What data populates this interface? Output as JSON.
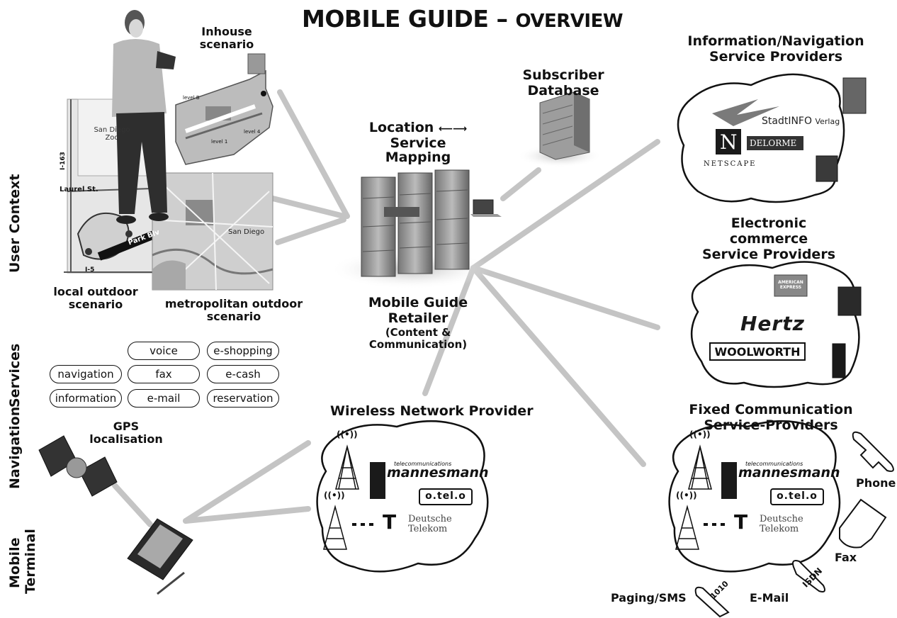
{
  "title": {
    "main": "MOBILE GUIDE",
    "dash": " – ",
    "sub": "OVERVIEW"
  },
  "side_labels": {
    "user_context": "User Context",
    "services": "Services",
    "navigation": "Navigation",
    "mobile_terminal_1": "Mobile",
    "mobile_terminal_2": "Terminal"
  },
  "scenarios": {
    "inhouse_1": "Inhouse",
    "inhouse_2": "scenario",
    "local_1": "local outdoor",
    "local_2": "scenario",
    "metro_1": "metropolitan outdoor",
    "metro_2": "scenario"
  },
  "map_labels": {
    "zoo_1": "San Diego",
    "zoo_2": "Zoo",
    "i163": "I-163",
    "laurel": "Laurel St.",
    "park": "Park Blv",
    "i5": "I-5",
    "level_b": "level B",
    "level_4": "level 4",
    "level_1": "level 1",
    "san_diego": "San Diego"
  },
  "center": {
    "mapping_location": "Location",
    "mapping_service": "Service",
    "mapping_2": "Mapping",
    "retailer_1": "Mobile Guide",
    "retailer_2": "Retailer",
    "retailer_3": "(Content &",
    "retailer_4": "Communication)",
    "subscriber_1": "Subscriber",
    "subscriber_2": "Database"
  },
  "services": {
    "items": [
      "voice",
      "e-shopping",
      "navigation",
      "fax",
      "e-cash",
      "information",
      "e-mail",
      "reservation"
    ]
  },
  "gps": {
    "line1": "GPS",
    "line2": "localisation"
  },
  "providers": {
    "info_1": "Information/Navigation",
    "info_2": "Service Providers",
    "info_logos": {
      "stadt": "StadtINFO",
      "verlag": "Verlag",
      "netscape": "NETSCAPE",
      "netscape_n": "N",
      "delorme": "DELORME"
    },
    "ecom_1": "Electronic commerce",
    "ecom_2": "Service Providers",
    "ecom_logos": {
      "amex_1": "AMERICAN",
      "amex_2": "EXPRESS",
      "hertz": "Hertz",
      "woolworth": "WOOLWORTH"
    },
    "wireless": "Wireless Network Provider",
    "fixed_1": "Fixed Communication",
    "fixed_2": "Service-Providers",
    "telco_logos": {
      "mannesmann_small": "telecommunications",
      "mannesmann": "mannesmann",
      "otelo": "o.tel.o",
      "telekom_1": "Deutsche",
      "telekom_2": "Telekom",
      "t": "T"
    }
  },
  "endpoints": {
    "phone": "Phone",
    "fax": "Fax",
    "email": "E-Mail",
    "paging": "Paging/SMS",
    "isdn": "ISDN",
    "pager_digits": "1010"
  }
}
